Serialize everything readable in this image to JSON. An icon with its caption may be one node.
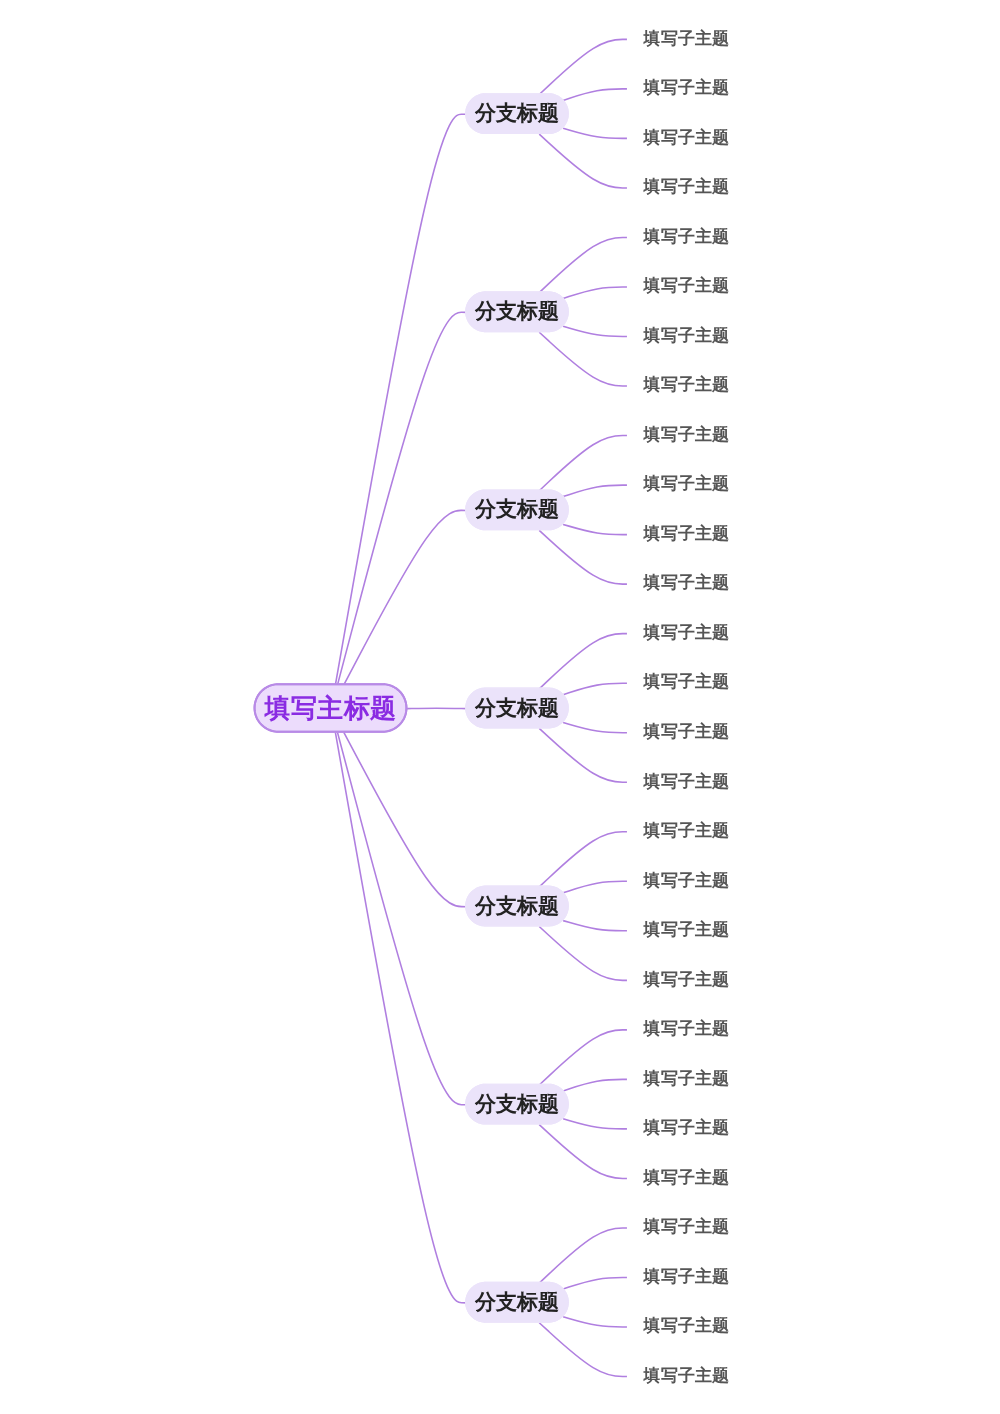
{
  "diagram": {
    "nodes": [
      {
        "text": [
          "填写主标题"
        ]
      },
      {
        "text": [
          "分支标题"
        ]
      },
      {
        "text": [
          "填写子主题"
        ]
      },
      {
        "text": [
          "填写子主题"
        ]
      },
      {
        "text": [
          "填写子主题"
        ]
      },
      {
        "text": [
          "填写子主题"
        ]
      },
      {
        "text": [
          "分支标题"
        ]
      },
      {
        "text": [
          "填写子主题"
        ]
      },
      {
        "text": [
          "填写子主题"
        ]
      },
      {
        "text": [
          "填写子主题"
        ]
      },
      {
        "text": [
          "填写子主题"
        ]
      },
      {
        "text": [
          "分支标题"
        ]
      },
      {
        "text": [
          "填写子主题"
        ]
      },
      {
        "text": [
          "填写子主题"
        ]
      },
      {
        "text": [
          "填写子主题"
        ]
      },
      {
        "text": [
          "填写子主题"
        ]
      },
      {
        "text": [
          "分支标题"
        ]
      },
      {
        "text": [
          "填写子主题"
        ]
      },
      {
        "text": [
          "填写子主题"
        ]
      },
      {
        "text": [
          "填写子主题"
        ]
      },
      {
        "text": [
          "填写子主题"
        ]
      },
      {
        "text": [
          "分支标题"
        ]
      },
      {
        "text": [
          "填写子主题"
        ]
      },
      {
        "text": [
          "填写子主题"
        ]
      },
      {
        "text": [
          "填写子主题"
        ]
      },
      {
        "text": [
          "填写子主题"
        ]
      },
      {
        "text": [
          "分支标题"
        ]
      },
      {
        "text": [
          "填写子主题"
        ]
      },
      {
        "text": [
          "填写子主题"
        ]
      },
      {
        "text": [
          "填写子主题"
        ]
      },
      {
        "text": [
          "填写子主题"
        ]
      },
      {
        "text": [
          "分支标题"
        ]
      },
      {
        "text": [
          "填写子主题"
        ]
      },
      {
        "text": [
          "填写子主题"
        ]
      },
      {
        "text": [
          "填写子主题"
        ]
      },
      {
        "text": [
          "填写子主题"
        ]
      }
    ],
    "edges": [
      {
        "from": 0,
        "to": 1,
        "arrow": "none"
      },
      {
        "from": 1,
        "to": 2,
        "arrow": "none"
      },
      {
        "from": 1,
        "to": 3,
        "arrow": "none"
      },
      {
        "from": 1,
        "to": 4,
        "arrow": "none"
      },
      {
        "from": 1,
        "to": 5,
        "arrow": "none"
      },
      {
        "from": 0,
        "to": 6,
        "arrow": "none"
      },
      {
        "from": 6,
        "to": 7,
        "arrow": "none"
      },
      {
        "from": 6,
        "to": 8,
        "arrow": "none"
      },
      {
        "from": 6,
        "to": 9,
        "arrow": "none"
      },
      {
        "from": 6,
        "to": 10,
        "arrow": "none"
      },
      {
        "from": 0,
        "to": 11,
        "arrow": "none"
      },
      {
        "from": 11,
        "to": 12,
        "arrow": "none"
      },
      {
        "from": 11,
        "to": 13,
        "arrow": "none"
      },
      {
        "from": 11,
        "to": 14,
        "arrow": "none"
      },
      {
        "from": 11,
        "to": 15,
        "arrow": "none"
      },
      {
        "from": 0,
        "to": 16,
        "arrow": "none"
      },
      {
        "from": 16,
        "to": 17,
        "arrow": "none"
      },
      {
        "from": 16,
        "to": 18,
        "arrow": "none"
      },
      {
        "from": 16,
        "to": 19,
        "arrow": "none"
      },
      {
        "from": 16,
        "to": 20,
        "arrow": "none"
      },
      {
        "from": 0,
        "to": 21,
        "arrow": "none"
      },
      {
        "from": 21,
        "to": 22,
        "arrow": "none"
      },
      {
        "from": 21,
        "to": 23,
        "arrow": "none"
      },
      {
        "from": 21,
        "to": 24,
        "arrow": "none"
      },
      {
        "from": 21,
        "to": 25,
        "arrow": "none"
      },
      {
        "from": 0,
        "to": 26,
        "arrow": "none"
      },
      {
        "from": 26,
        "to": 27,
        "arrow": "none"
      },
      {
        "from": 26,
        "to": 28,
        "arrow": "none"
      },
      {
        "from": 26,
        "to": 29,
        "arrow": "none"
      },
      {
        "from": 26,
        "to": 30,
        "arrow": "none"
      },
      {
        "from": 0,
        "to": 31,
        "arrow": "none"
      },
      {
        "from": 31,
        "to": 32,
        "arrow": "none"
      },
      {
        "from": 31,
        "to": 33,
        "arrow": "none"
      },
      {
        "from": 31,
        "to": 34,
        "arrow": "none"
      },
      {
        "from": 31,
        "to": 35,
        "arrow": "none"
      }
    ]
  }
}
